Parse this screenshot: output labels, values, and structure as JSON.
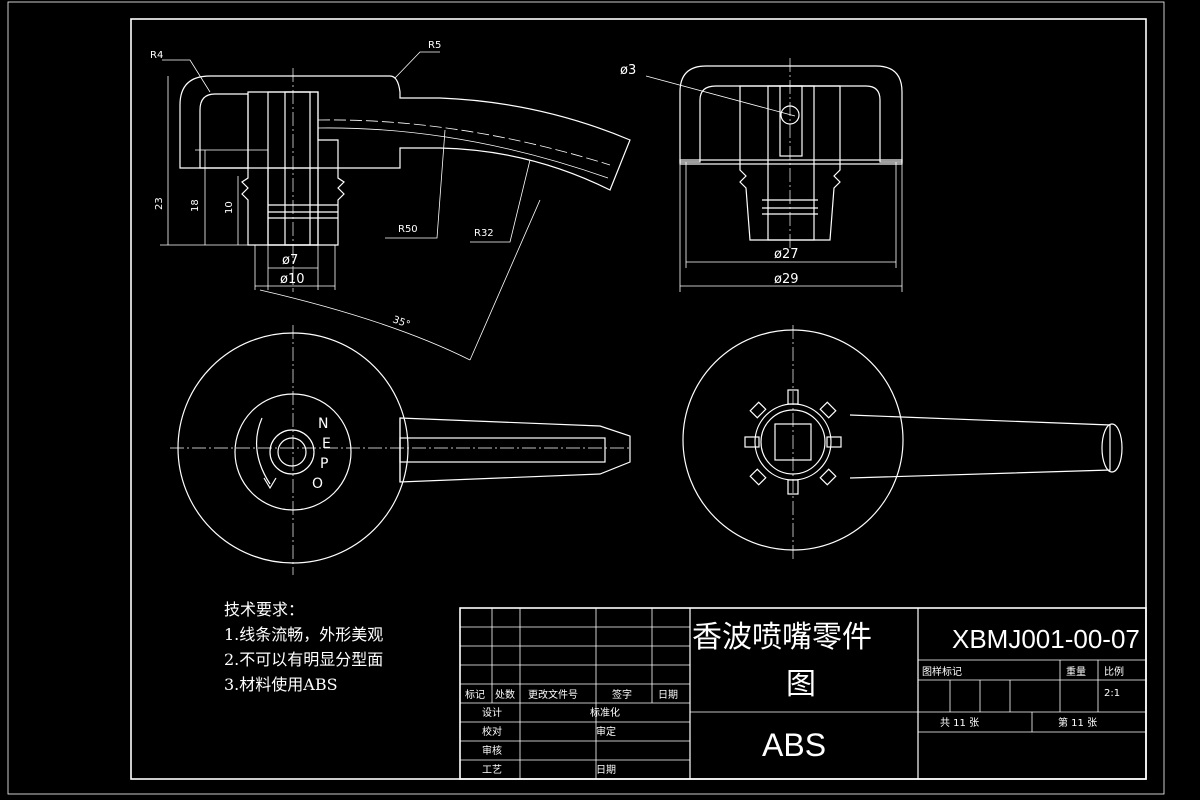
{
  "drawing": {
    "title_line1": "香波喷嘴零件",
    "title_line2": "图",
    "code": "XBMJ001-00-07",
    "material": "ABS"
  },
  "notes": {
    "heading": "技术要求：",
    "items": [
      "1.线条流畅，外形美观",
      "2.不可以有明显分型面",
      "3.材料使用ABS"
    ]
  },
  "dimensions": {
    "r4": "R4",
    "r5": "R5",
    "r50": "R50",
    "r32": "R32",
    "h23": "23",
    "h18": "18",
    "h10": "10",
    "d7": "ø7",
    "d10": "ø10",
    "d3": "ø3",
    "d27": "ø27",
    "d29": "ø29",
    "angle": "35°"
  },
  "marking": [
    "O",
    "P",
    "E",
    "N"
  ],
  "title_block": {
    "rev_headers": [
      "标记",
      "处数",
      "更改文件号",
      "签字",
      "日期"
    ],
    "roles": [
      "设计",
      "校对",
      "审核",
      "工艺"
    ],
    "std": "标准化",
    "approve": "审定",
    "date": "日期",
    "stage": "图样标记",
    "weight": "重量",
    "scale_label": "比例",
    "scale": "2:1",
    "total": "共 11 张",
    "sheet": "第 11 张"
  }
}
